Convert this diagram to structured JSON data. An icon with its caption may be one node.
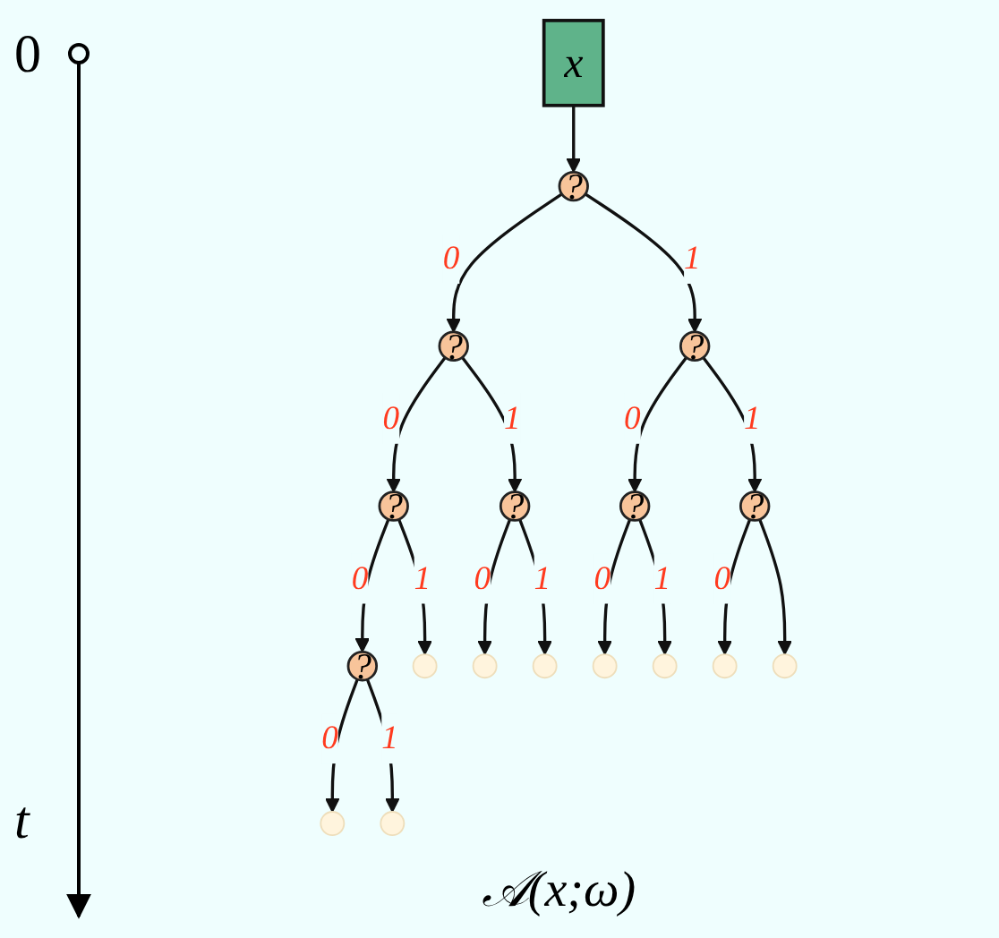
{
  "diagram": {
    "caption": "𝒜(x;ω)",
    "nodes": [
      {
        "text": [
          "x"
        ]
      },
      {
        "text": [
          "?"
        ]
      },
      {
        "text": [
          "?"
        ]
      },
      {
        "text": [
          "?"
        ]
      },
      {
        "text": [
          "?"
        ]
      },
      {
        "text": [
          "?"
        ]
      },
      {
        "text": [
          "?"
        ]
      },
      {
        "text": [
          "?"
        ]
      },
      {
        "text": [
          "?"
        ]
      },
      {
        "text": [],
        "shape": "circle"
      },
      {
        "text": [],
        "shape": "circle"
      },
      {
        "text": [],
        "shape": "circle"
      },
      {
        "text": [],
        "shape": "circle"
      },
      {
        "text": [],
        "shape": "circle"
      },
      {
        "text": [],
        "shape": "circle"
      },
      {
        "text": [],
        "shape": "circle"
      },
      {
        "text": [],
        "shape": "circle"
      },
      {
        "text": [],
        "shape": "circle"
      }
    ],
    "edges": [
      {
        "from": 0,
        "to": 1,
        "arrow": "to"
      },
      {
        "from": 1,
        "to": 2,
        "label": "0",
        "arrow": "to"
      },
      {
        "from": 1,
        "to": 3,
        "label": "1",
        "arrow": "to"
      },
      {
        "from": 2,
        "to": 4,
        "label": "0",
        "arrow": "to"
      },
      {
        "from": 2,
        "to": 5,
        "label": "1",
        "arrow": "to"
      },
      {
        "from": 3,
        "to": 6,
        "label": "0",
        "arrow": "to"
      },
      {
        "from": 3,
        "to": 8,
        "label": "1",
        "arrow": "to"
      },
      {
        "from": 4,
        "to": 7,
        "label": "0",
        "arrow": "to"
      },
      {
        "from": 4,
        "to": 11,
        "label": "1",
        "arrow": "to"
      },
      {
        "from": 7,
        "to": 9,
        "label": "0",
        "arrow": "to"
      },
      {
        "from": 7,
        "to": 10,
        "label": "1",
        "arrow": "to"
      },
      {
        "from": 5,
        "to": 12,
        "label": "0",
        "arrow": "to"
      },
      {
        "from": 5,
        "to": 13,
        "label": "1",
        "arrow": "to"
      },
      {
        "from": 6,
        "to": 14,
        "label": "0",
        "arrow": "to"
      },
      {
        "from": 6,
        "to": 15,
        "label": "1",
        "arrow": "to"
      },
      {
        "from": 8,
        "to": 16,
        "label": "0",
        "arrow": "to"
      },
      {
        "from": 8,
        "to": 17,
        "arrow": "to"
      }
    ],
    "labels": [
      "0",
      "t"
    ]
  }
}
